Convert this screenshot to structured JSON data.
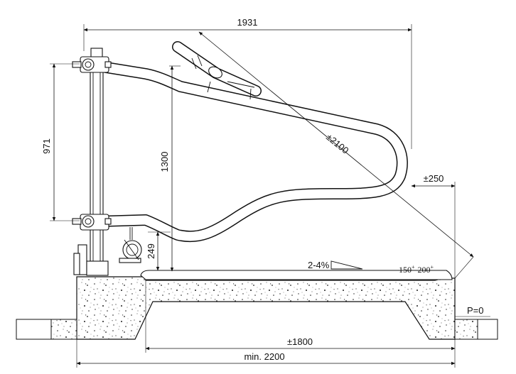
{
  "dimensions": {
    "overall_length": "1931",
    "post_height": "971",
    "handrail_height": "1300",
    "bottom_clearance": "249",
    "diagonal_length": "±2100",
    "overhang": "±250",
    "slope": "2-4%",
    "step_offset_base": "150",
    "step_offset_sup1": "+",
    "step_offset_mid": "-200",
    "step_offset_sup2": "+",
    "level": "P=0",
    "slab_length": "±1800",
    "min_length": "min. 2200"
  }
}
